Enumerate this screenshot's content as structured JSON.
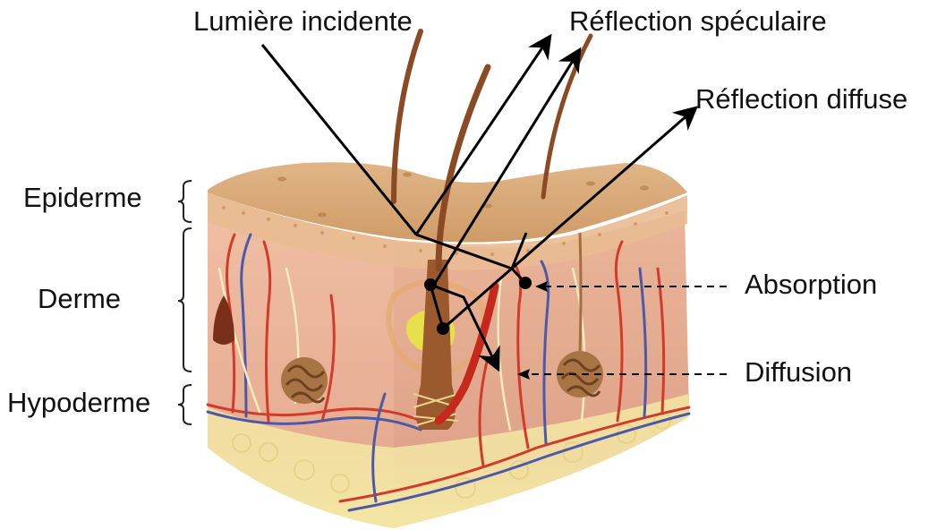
{
  "labels": {
    "incident": "Lumière incidente",
    "specular": "Réflection spéculaire",
    "diffuse_reflection": "Réflection diffuse",
    "absorption": "Absorption",
    "diffusion": "Diffusion",
    "epidermis": "Epiderme",
    "dermis": "Derme",
    "hypodermis": "Hypoderme"
  },
  "colors": {
    "skin_top": "#d9aa77",
    "skin_side": "#e8b49a",
    "epidermis_band": "#e2b184",
    "hair": "#8a4a24",
    "artery": "#d23a2a",
    "vein": "#4a5aa8",
    "nerve": "#f1e6b0",
    "fat": "#f3e6a3",
    "gland": "#a0703f",
    "arrows": "#000000"
  }
}
